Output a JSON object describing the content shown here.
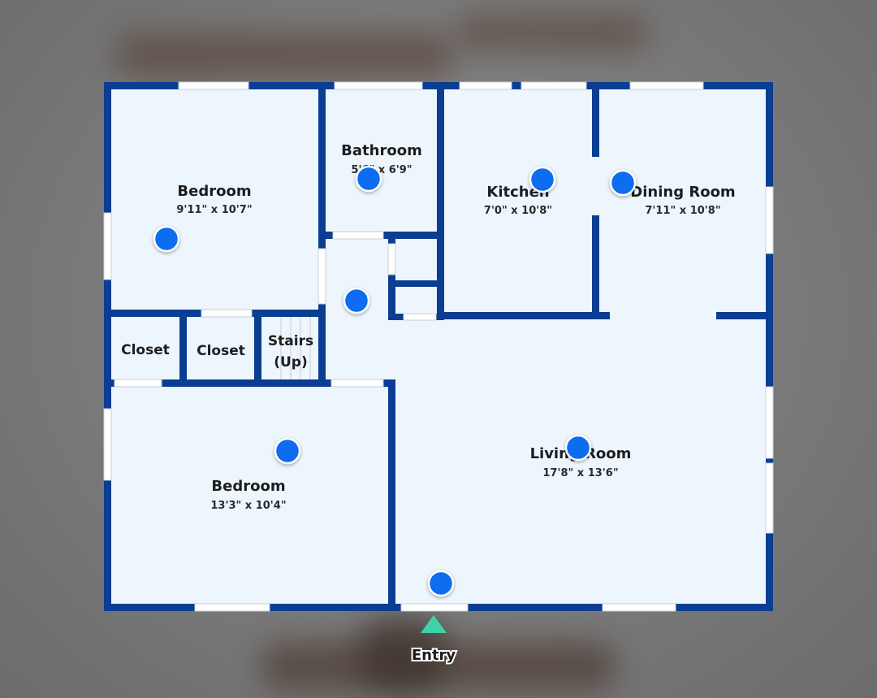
{
  "rooms": {
    "bedroom1": {
      "name": "Bedroom",
      "dims": "9'11\" x 10'7\""
    },
    "bathroom": {
      "name": "Bathroom",
      "dims": "5'6\" x 6'9\""
    },
    "kitchen": {
      "name": "Kitchen",
      "dims": "7'0\" x 10'8\""
    },
    "dining": {
      "name": "Dining Room",
      "dims": "7'11\" x 10'8\""
    },
    "closet1": {
      "name": "Closet"
    },
    "closet2": {
      "name": "Closet"
    },
    "stairs": {
      "line1": "Stairs",
      "line2": "(Up)"
    },
    "bedroom2": {
      "name": "Bedroom",
      "dims": "13'3\" x 10'4\""
    },
    "living": {
      "name": "Living Room",
      "dims": "17'8\" x 13'6\""
    }
  },
  "entry": {
    "label": "Entry"
  },
  "colors": {
    "wall": "#0b3e92",
    "floor": "#eef6fd",
    "pin": "#0a6cf0",
    "entry_marker": "#3fd1a9"
  }
}
